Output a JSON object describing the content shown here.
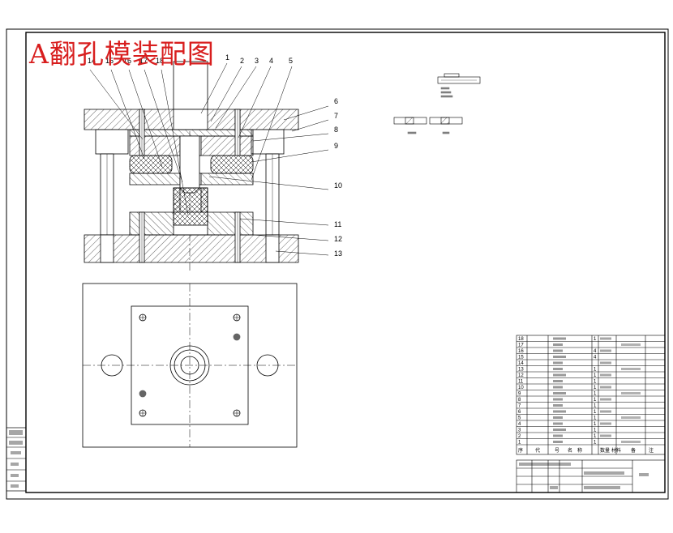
{
  "drawing": {
    "title": "A翻孔模装配图",
    "part_number_labels": [
      "14",
      "15",
      "16",
      "17",
      "18",
      "1",
      "2",
      "3",
      "4",
      "5",
      "6",
      "7",
      "8",
      "9",
      "10",
      "11",
      "12",
      "13"
    ],
    "colors": {
      "title": "#d81e1e",
      "line": "#000000",
      "hatch_bg": "#ffffff"
    }
  },
  "bom": {
    "rows": [
      {
        "no": "18",
        "name": "",
        "qty": "1"
      },
      {
        "no": "17",
        "name": "",
        "qty": ""
      },
      {
        "no": "16",
        "name": "",
        "qty": "4"
      },
      {
        "no": "15",
        "name": "",
        "qty": "4"
      },
      {
        "no": "14",
        "name": "",
        "qty": ""
      },
      {
        "no": "13",
        "name": "",
        "qty": "1"
      },
      {
        "no": "12",
        "name": "",
        "qty": "1"
      },
      {
        "no": "11",
        "name": "",
        "qty": "1"
      },
      {
        "no": "10",
        "name": "",
        "qty": "1"
      },
      {
        "no": "9",
        "name": "",
        "qty": "1"
      },
      {
        "no": "8",
        "name": "",
        "qty": "1"
      },
      {
        "no": "7",
        "name": "",
        "qty": "1"
      },
      {
        "no": "6",
        "name": "",
        "qty": "1"
      },
      {
        "no": "5",
        "name": "",
        "qty": "1"
      },
      {
        "no": "4",
        "name": "",
        "qty": "1"
      },
      {
        "no": "3",
        "name": "",
        "qty": "1"
      },
      {
        "no": "2",
        "name": "",
        "qty": "1"
      },
      {
        "no": "1",
        "name": "",
        "qty": "1"
      }
    ],
    "header": [
      "序",
      "代",
      "号",
      "名",
      "称",
      "数量",
      "材料",
      "备",
      "注"
    ]
  }
}
